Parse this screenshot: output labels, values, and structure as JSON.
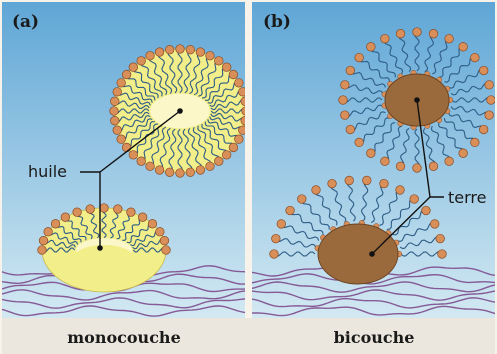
{
  "panels": [
    {
      "letter": "(a)",
      "caption": "monocouche",
      "callout": "huile"
    },
    {
      "letter": "(b)",
      "caption": "bicouche",
      "callout": "terre"
    }
  ],
  "colors": {
    "water_top": "#5fa6d6",
    "water_bottom": "#d3e9f2",
    "head": "#d98f5a",
    "tail": "#2e5d86",
    "oil": "#f2ee8a",
    "soil": "#9b6a3c",
    "fiber": "#7d4a8c",
    "caption_bg": "#ebe7de"
  }
}
